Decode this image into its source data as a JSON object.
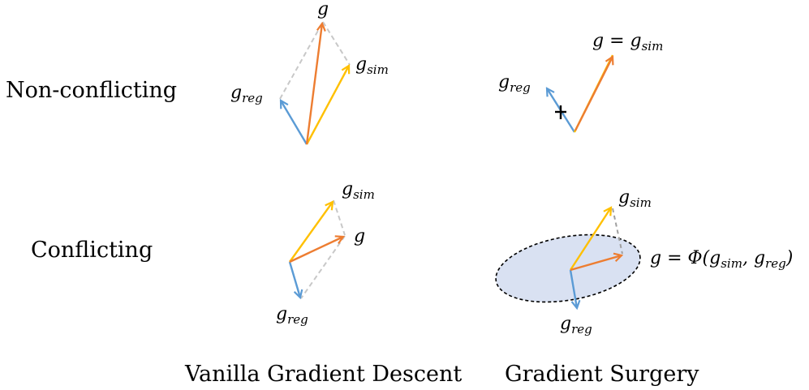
{
  "row_labels": {
    "non_conflicting": "Non-conflicting",
    "conflicting": "Conflicting"
  },
  "column_labels": {
    "vanilla": "Vanilla Gradient Descent",
    "surgery": "Gradient Surgery"
  },
  "vector_labels": {
    "g": "g",
    "g_sim_base": "g",
    "g_sim_sub": "sim",
    "g_reg_base": "g",
    "g_reg_sub": "reg",
    "eq_g_gsim_lhs": "g = ",
    "phi_lhs": "g = Φ(",
    "phi_mid": ", ",
    "phi_close": ")"
  },
  "colors": {
    "g": "#ED7D31",
    "g_sim": "#FFC000",
    "g_reg": "#5B9BD5",
    "dashed": "#C8C8C8",
    "ellipse_fill": "#D9E1F2",
    "ellipse_stroke": "#000000",
    "cross": "#000000"
  }
}
